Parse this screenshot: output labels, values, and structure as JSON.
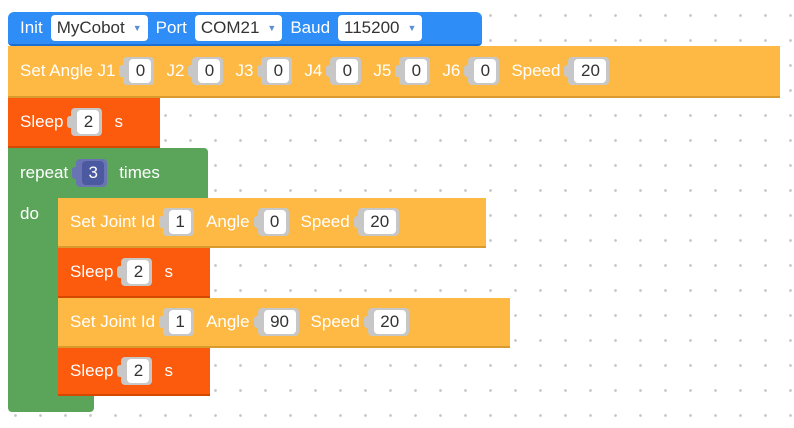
{
  "init": {
    "label": "Init",
    "robot": "MyCobot",
    "port_label": "Port",
    "port": "COM21",
    "baud_label": "Baud",
    "baud": "115200"
  },
  "set_angle": {
    "label": "Set Angle J1",
    "j1": "0",
    "j2_label": "J2",
    "j2": "0",
    "j3_label": "J3",
    "j3": "0",
    "j4_label": "J4",
    "j4": "0",
    "j5_label": "J5",
    "j5": "0",
    "j6_label": "J6",
    "j6": "0",
    "speed_label": "Speed",
    "speed": "20"
  },
  "sleep1": {
    "label": "Sleep",
    "value": "2",
    "unit": "s"
  },
  "repeat": {
    "label": "repeat",
    "count": "3",
    "times_label": "times",
    "do_label": "do"
  },
  "joint1": {
    "label": "Set Joint Id",
    "id": "1",
    "angle_label": "Angle",
    "angle": "0",
    "speed_label": "Speed",
    "speed": "20"
  },
  "sleep2": {
    "label": "Sleep",
    "value": "2",
    "unit": "s"
  },
  "joint2": {
    "label": "Set Joint Id",
    "id": "1",
    "angle_label": "Angle",
    "angle": "90",
    "speed_label": "Speed",
    "speed": "20"
  },
  "sleep3": {
    "label": "Sleep",
    "value": "2",
    "unit": "s"
  },
  "colors": {
    "init_block": "#2e8df6",
    "motion_block": "#fdb944",
    "sleep_block": "#fc5a0c",
    "loop_block": "#5ba55b",
    "canvas": "#ffffff"
  }
}
